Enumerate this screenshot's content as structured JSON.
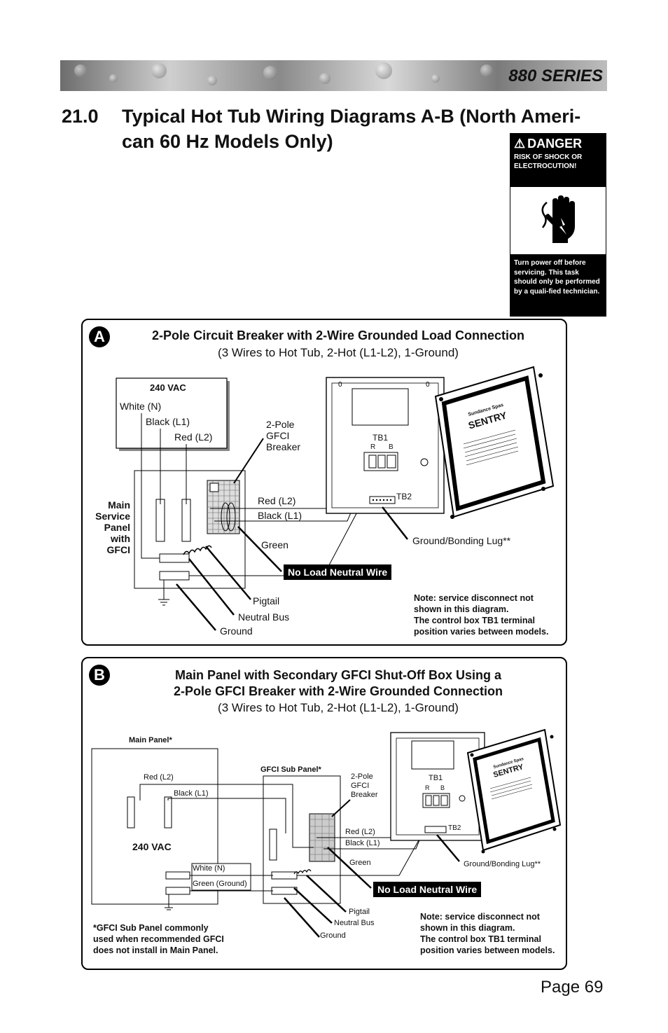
{
  "header": {
    "series": "880 SERIES"
  },
  "section": {
    "number": "21.0",
    "title_line1": "Typical Hot Tub Wiring Diagrams A-B (North Ameri-",
    "title_line2": "can 60 Hz Models Only)"
  },
  "danger": {
    "word": "DANGER",
    "risk": "RISK OF SHOCK OR ELECTROCUTION!",
    "warning": "Turn power off before servicing. This task should only be performed by a quali-fied technician."
  },
  "diagram_a": {
    "badge": "A",
    "title": "2-Pole Circuit Breaker with 2-Wire Grounded Load Connection",
    "subtitle": "(3 Wires to Hot Tub, 2-Hot (L1-L2), 1-Ground)",
    "vac": "240 VAC",
    "white_n": "White (N)",
    "black_l1": "Black (L1)",
    "red_l2": "Red (L2)",
    "breaker": "2-Pole\nGFCI\nBreaker",
    "breaker_lines": [
      "2-Pole",
      "GFCI",
      "Breaker"
    ],
    "main_panel_lines": [
      "Main",
      "Service",
      "Panel",
      "with",
      "GFCI"
    ],
    "red_wire": "Red (L2)",
    "black_wire": "Black (L1)",
    "green": "Green",
    "no_neutral": "No Load Neutral Wire",
    "pigtail": "Pigtail",
    "neutral_bus": "Neutral Bus",
    "ground": "Ground",
    "tb1": "TB1",
    "r": "R",
    "b": "B",
    "tb2": "TB2",
    "lug": "Ground/Bonding Lug**",
    "sentry_brand": "Sundance Spas",
    "sentry": "SENTRY",
    "note_lines": [
      "Note: service disconnect not",
      "shown in this diagram.",
      "The control box TB1 terminal",
      "position varies between models."
    ]
  },
  "diagram_b": {
    "badge": "B",
    "title_line1": "Main Panel with Secondary GFCI Shut-Off Box Using a",
    "title_line2": "2-Pole GFCI Breaker with 2-Wire Grounded Connection",
    "subtitle": "(3 Wires to Hot Tub, 2-Hot (L1-L2), 1-Ground)",
    "main_panel": "Main Panel*",
    "gfci_sub": "GFCI Sub Panel*",
    "red_l2": "Red (L2)",
    "black_l1": "Black (L1)",
    "vac": "240 VAC",
    "white_n": "White (N)",
    "green_ground": "Green (Ground)",
    "breaker_lines": [
      "2-Pole",
      "GFCI",
      "Breaker"
    ],
    "red_wire": "Red (L2)",
    "black_wire": "Black (L1)",
    "green": "Green",
    "no_neutral": "No Load Neutral Wire",
    "pigtail": "Pigtail",
    "neutral_bus": "Neutral Bus",
    "ground": "Ground",
    "tb1": "TB1",
    "r": "R",
    "b": "B",
    "tb2": "TB2",
    "lug": "Ground/Bonding Lug**",
    "sentry_brand": "Sundance Spas",
    "sentry": "SENTRY",
    "footnote_lines": [
      "*GFCI Sub Panel commonly",
      "used when recommended GFCI",
      "does not install in Main Panel."
    ],
    "note_lines": [
      "Note: service disconnect not",
      "shown in this diagram.",
      "The control box TB1 terminal",
      "position varies between models."
    ]
  },
  "footer": {
    "page": "Page 69"
  }
}
